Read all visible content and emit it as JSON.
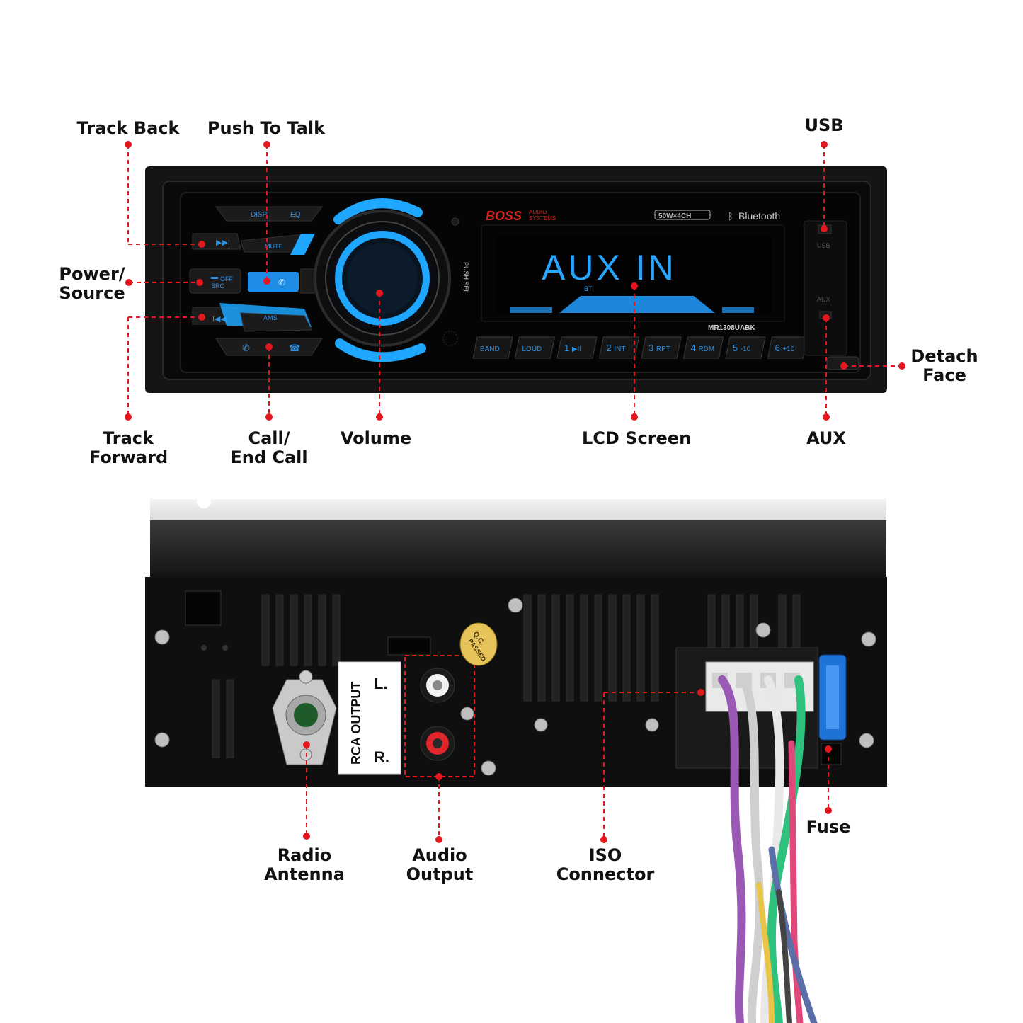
{
  "colors": {
    "callout_line": "#e4161e",
    "accent_blue": "#1fa6ff",
    "lcd_text": "#27a5ff",
    "unit_body": "#111111",
    "brand_red": "#d7231e"
  },
  "front_panel": {
    "brand": "BOSS",
    "brand_sub_1": "AUDIO",
    "brand_sub_2": "SYSTEMS",
    "power_badge": "50W×4CH",
    "bluetooth": "Bluetooth",
    "model": "MR1308UABK",
    "display_text": "AUX IN",
    "display_sub": "BT",
    "push_sel": "PUSH SEL",
    "port_usb": "USB",
    "port_aux": "AUX",
    "left_keys": {
      "disp": "DISP",
      "eq": "EQ",
      "mute": "MUTE",
      "off": "OFF",
      "src": "SRC",
      "ams": "AMS"
    },
    "preset_buttons": [
      {
        "num": "",
        "label": "BAND"
      },
      {
        "num": "",
        "label": "LOUD"
      },
      {
        "num": "1",
        "label": "▶II"
      },
      {
        "num": "2",
        "label": "INT"
      },
      {
        "num": "3",
        "label": "RPT"
      },
      {
        "num": "4",
        "label": "RDM"
      },
      {
        "num": "5",
        "label": "-10"
      },
      {
        "num": "6",
        "label": "+10"
      }
    ]
  },
  "rear_panel": {
    "rca_title": "RCA OUTPUT",
    "rca_left": "L.",
    "rca_right": "R.",
    "qc_line1": "Q.C.",
    "qc_line2": "PASSED"
  },
  "callouts": {
    "track_back": [
      "Track Back"
    ],
    "push_to_talk": [
      "Push To Talk"
    ],
    "usb": [
      "USB"
    ],
    "power_source": [
      "Power/",
      "Source"
    ],
    "detach_face": [
      "Detach",
      "Face"
    ],
    "track_forward": [
      "Track",
      "Forward"
    ],
    "call_end": [
      "Call/",
      "End Call"
    ],
    "volume": [
      "Volume"
    ],
    "lcd_screen": [
      "LCD Screen"
    ],
    "aux": [
      "AUX"
    ],
    "radio_antenna": [
      "Radio",
      "Antenna"
    ],
    "audio_output": [
      "Audio",
      "Output"
    ],
    "iso_connector": [
      "ISO",
      "Connector"
    ],
    "fuse": [
      "Fuse"
    ]
  }
}
